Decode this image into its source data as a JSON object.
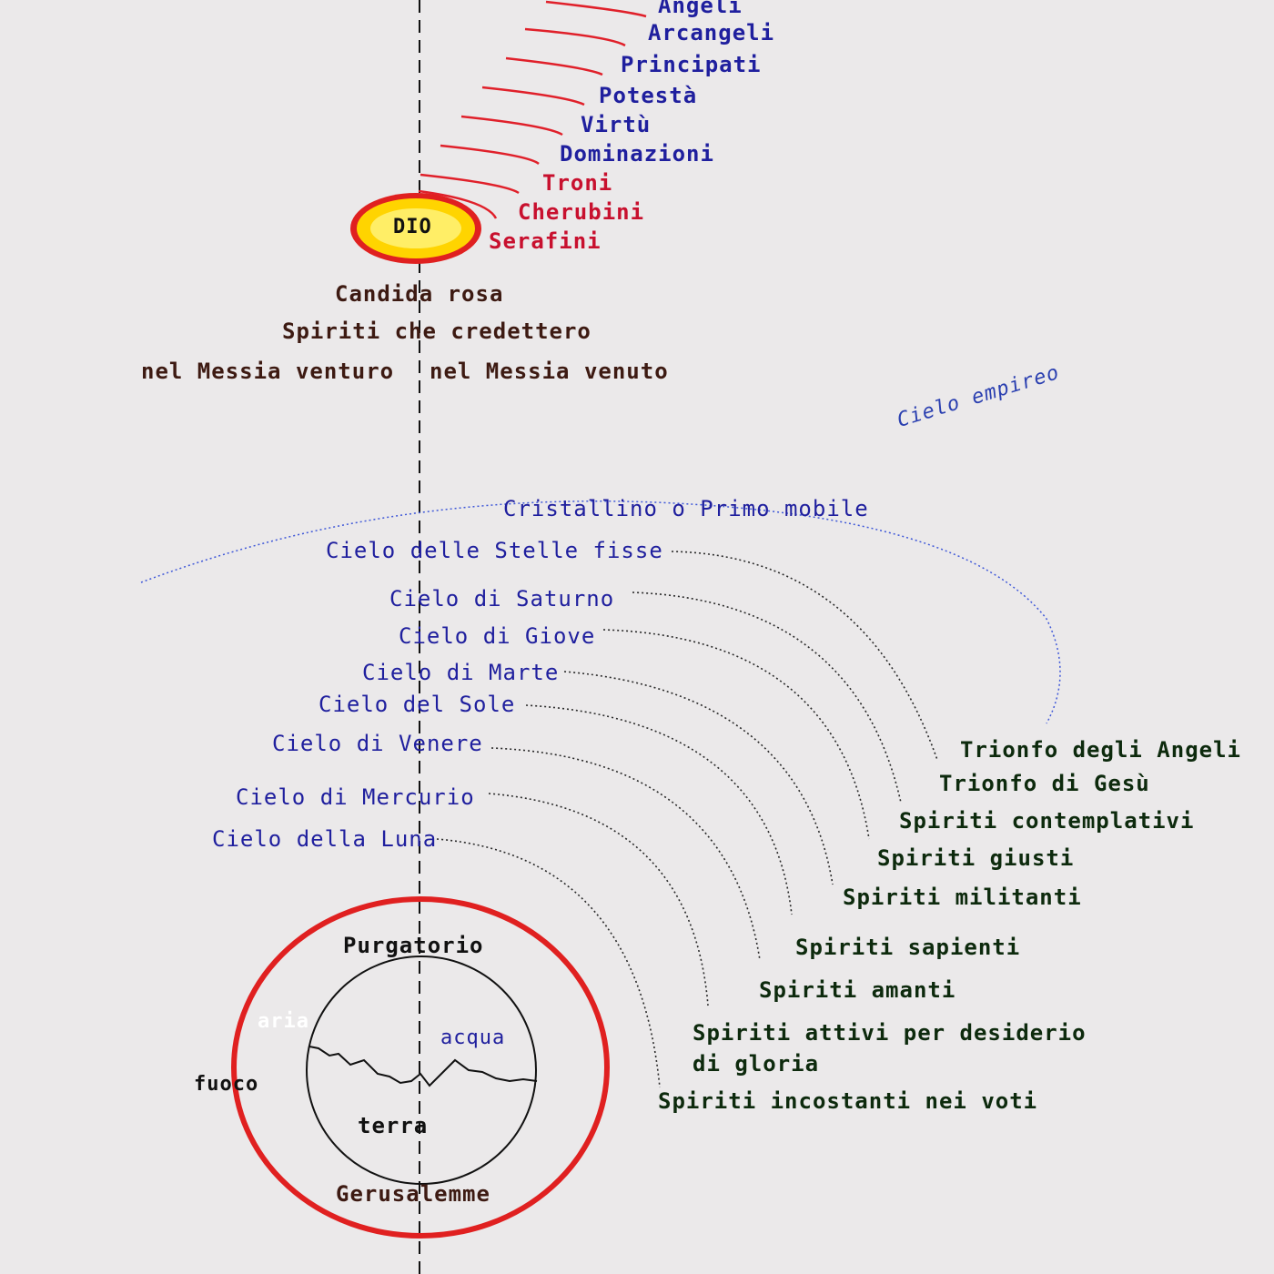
{
  "colors": {
    "background": "#ebe9ea",
    "angel_arcs": "#e0202a",
    "angel_names_blue": "#1f1f9e",
    "angel_names_red": "#c8102e",
    "heaven_names": "#1f30b0",
    "spirit_labels": "#0d2a0d",
    "fire_circle": "#e02020",
    "god_outer": "#e02020",
    "god_middle": "#ffd400",
    "god_inner": "#ffee66",
    "axis_line": "#111111"
  },
  "angels": {
    "angeli": "Angeli",
    "arcangeli": "Arcangeli",
    "principati": "Principati",
    "potesta": "Potestà",
    "virtu": "Virtù",
    "dominazioni": "Dominazioni",
    "troni": "Troni",
    "cherubini": "Cherubini",
    "serafini": "Serafini"
  },
  "god": {
    "label": "DIO"
  },
  "rose": {
    "title": "Candida rosa",
    "line1": "Spiriti che credettero",
    "left": "nel Messia venturo",
    "right": "nel Messia venuto"
  },
  "empyrean": "Cielo empireo",
  "heavens": {
    "cristallino": "Cristallino o Primo mobile",
    "stelle": "Cielo delle Stelle fisse",
    "saturno": "Cielo di Saturno",
    "giove": "Cielo di Giove",
    "marte": "Cielo di Marte",
    "sole": "Cielo del Sole",
    "venere": "Cielo di Venere",
    "mercurio": "Cielo di Mercurio",
    "luna": "Cielo della Luna"
  },
  "spirits": {
    "trionfo_angeli": "Trionfo degli Angeli",
    "trionfo_gesu": "Trionfo di Gesù",
    "contemplativi": "Spiriti contemplativi",
    "giusti": "Spiriti giusti",
    "militanti": "Spiriti militanti",
    "sapienti": "Spiriti sapienti",
    "amanti": "Spiriti amanti",
    "attivi_1": "Spiriti attivi per desiderio",
    "attivi_2": "di gloria",
    "incostanti": "Spiriti incostanti nei voti"
  },
  "earth": {
    "purgatorio": "Purgatorio",
    "aria": "aria",
    "acqua": "acqua",
    "fuoco": "fuoco",
    "terra": "terra",
    "gerusalemme": "Gerusalemme"
  }
}
